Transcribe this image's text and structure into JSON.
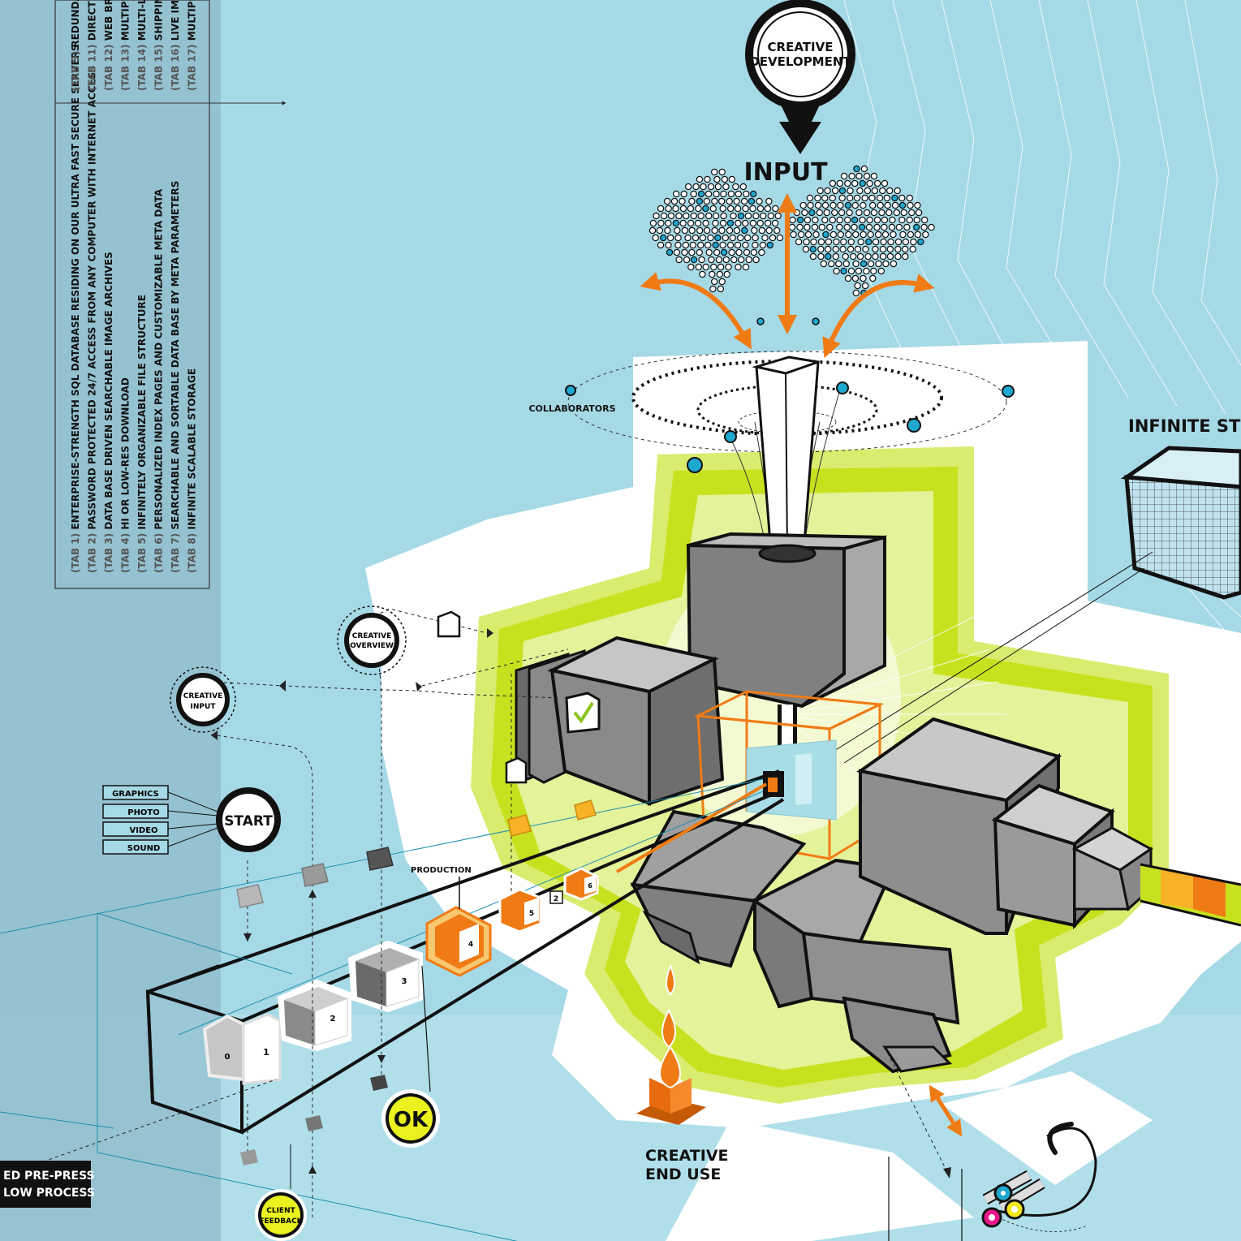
{
  "labels": {
    "creative_development": [
      "CREATIVE",
      "DEVELOPMENT"
    ],
    "input": "INPUT",
    "collaborators": "COLLABORATORS",
    "infinite_storage": "INFINITE STORA",
    "creative_overview": [
      "CREATIVE",
      "OVERVIEW"
    ],
    "creative_input": [
      "CREATIVE",
      "INPUT"
    ],
    "start": "START",
    "production": "PRODUCTION",
    "ok": "OK",
    "client_feedback": [
      "CLIENT",
      "FEEDBACK"
    ],
    "creative_end_use": [
      "CREATIVE",
      "END USE"
    ],
    "process_banner": [
      "ED PRE-PRESS",
      "LOW PROCESS"
    ]
  },
  "media_types": [
    "GRAPHICS",
    "PHOTO",
    "VIDEO",
    "SOUND"
  ],
  "features_top": [
    {
      "tab": "(TAB 9)",
      "text": "REDUNDA"
    },
    {
      "tab": "(TAB 11)",
      "text": "DIRECT C"
    },
    {
      "tab": "(TAB 12)",
      "text": "WEB BRO"
    },
    {
      "tab": "(TAB 13)",
      "text": "MULTIPL"
    },
    {
      "tab": "(TAB 14)",
      "text": "MULTI-LI"
    },
    {
      "tab": "(TAB 15)",
      "text": "SHIPPIN"
    },
    {
      "tab": "(TAB 16)",
      "text": "LIVE IMA"
    },
    {
      "tab": "(TAB 17)",
      "text": "MULTIPLE"
    }
  ],
  "features": [
    {
      "tab": "(TAB 1)",
      "text": "ENTERPRISE-STRENGTH SQL DATABASE RESIDING ON OUR ULTRA FAST SECURE SERVERS"
    },
    {
      "tab": "(TAB 2)",
      "text": "PASSWORD PROTECTED 24/7 ACCESS FROM ANY COMPUTER WITH INTERNET ACCESS"
    },
    {
      "tab": "(TAB 3)",
      "text": "DATA BASE DRIVEN SEARCHABLE IMAGE ARCHIVES"
    },
    {
      "tab": "(TAB 4)",
      "text": "HI OR LOW-RES DOWNLOAD"
    },
    {
      "tab": "(TAB 5)",
      "text": "INFINITELY ORGANIZABLE FILE STRUCTURE"
    },
    {
      "tab": "(TAB 6)",
      "text": "PERSONALIZED INDEX PAGES AND CUSTOMIZABLE META DATA"
    },
    {
      "tab": "(TAB 7)",
      "text": "SEARCHABLE AND SORTABLE DATA BASE BY META PARAMETERS"
    },
    {
      "tab": "(TAB 8)",
      "text": "INFINITE SCALABLE STORAGE"
    }
  ],
  "steps": [
    "0",
    "1",
    "2",
    "3",
    "4",
    "5",
    "6",
    "2"
  ],
  "colors": {
    "sky": "#a6d9e6",
    "lime": "#c8e11e",
    "orange": "#f07b14",
    "gray": "#8a8a8a",
    "dot_blue": "#1ea7cf",
    "ok_yellow": "#e9f21e"
  }
}
